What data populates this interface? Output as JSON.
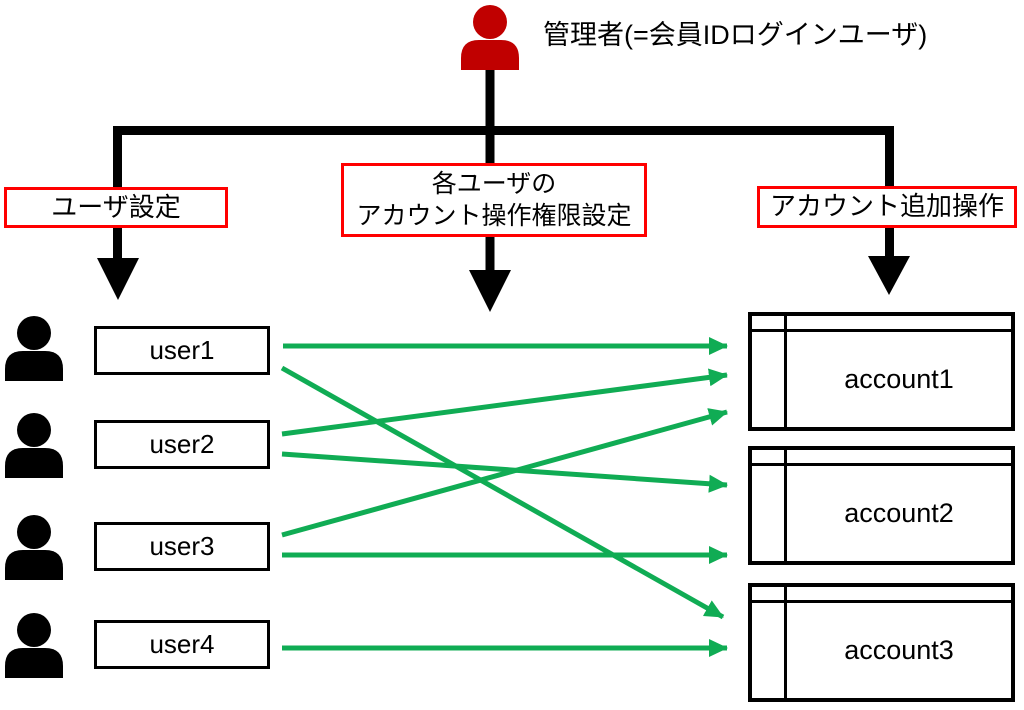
{
  "admin": {
    "label": "管理者(=会員IDログインユーザ)"
  },
  "branch_labels": {
    "user_settings": "ユーザ設定",
    "permission_line1": "各ユーザの",
    "permission_line2": "アカウント操作権限設定",
    "account_add": "アカウント追加操作"
  },
  "users": [
    {
      "id": "user1",
      "label": "user1"
    },
    {
      "id": "user2",
      "label": "user2"
    },
    {
      "id": "user3",
      "label": "user3"
    },
    {
      "id": "user4",
      "label": "user4"
    }
  ],
  "accounts": [
    {
      "id": "account1",
      "label": "account1"
    },
    {
      "id": "account2",
      "label": "account2"
    },
    {
      "id": "account3",
      "label": "account3"
    }
  ],
  "connections": [
    {
      "from": "user1",
      "to": "account1"
    },
    {
      "from": "user1",
      "to": "account3"
    },
    {
      "from": "user2",
      "to": "account1"
    },
    {
      "from": "user2",
      "to": "account2"
    },
    {
      "from": "user3",
      "to": "account1"
    },
    {
      "from": "user3",
      "to": "account2"
    },
    {
      "from": "user4",
      "to": "account3"
    }
  ],
  "colors": {
    "label_border_red": "#FF0000",
    "admin_icon_red": "#C00000",
    "arrow_green": "#10AC54",
    "line_black": "#000000"
  }
}
